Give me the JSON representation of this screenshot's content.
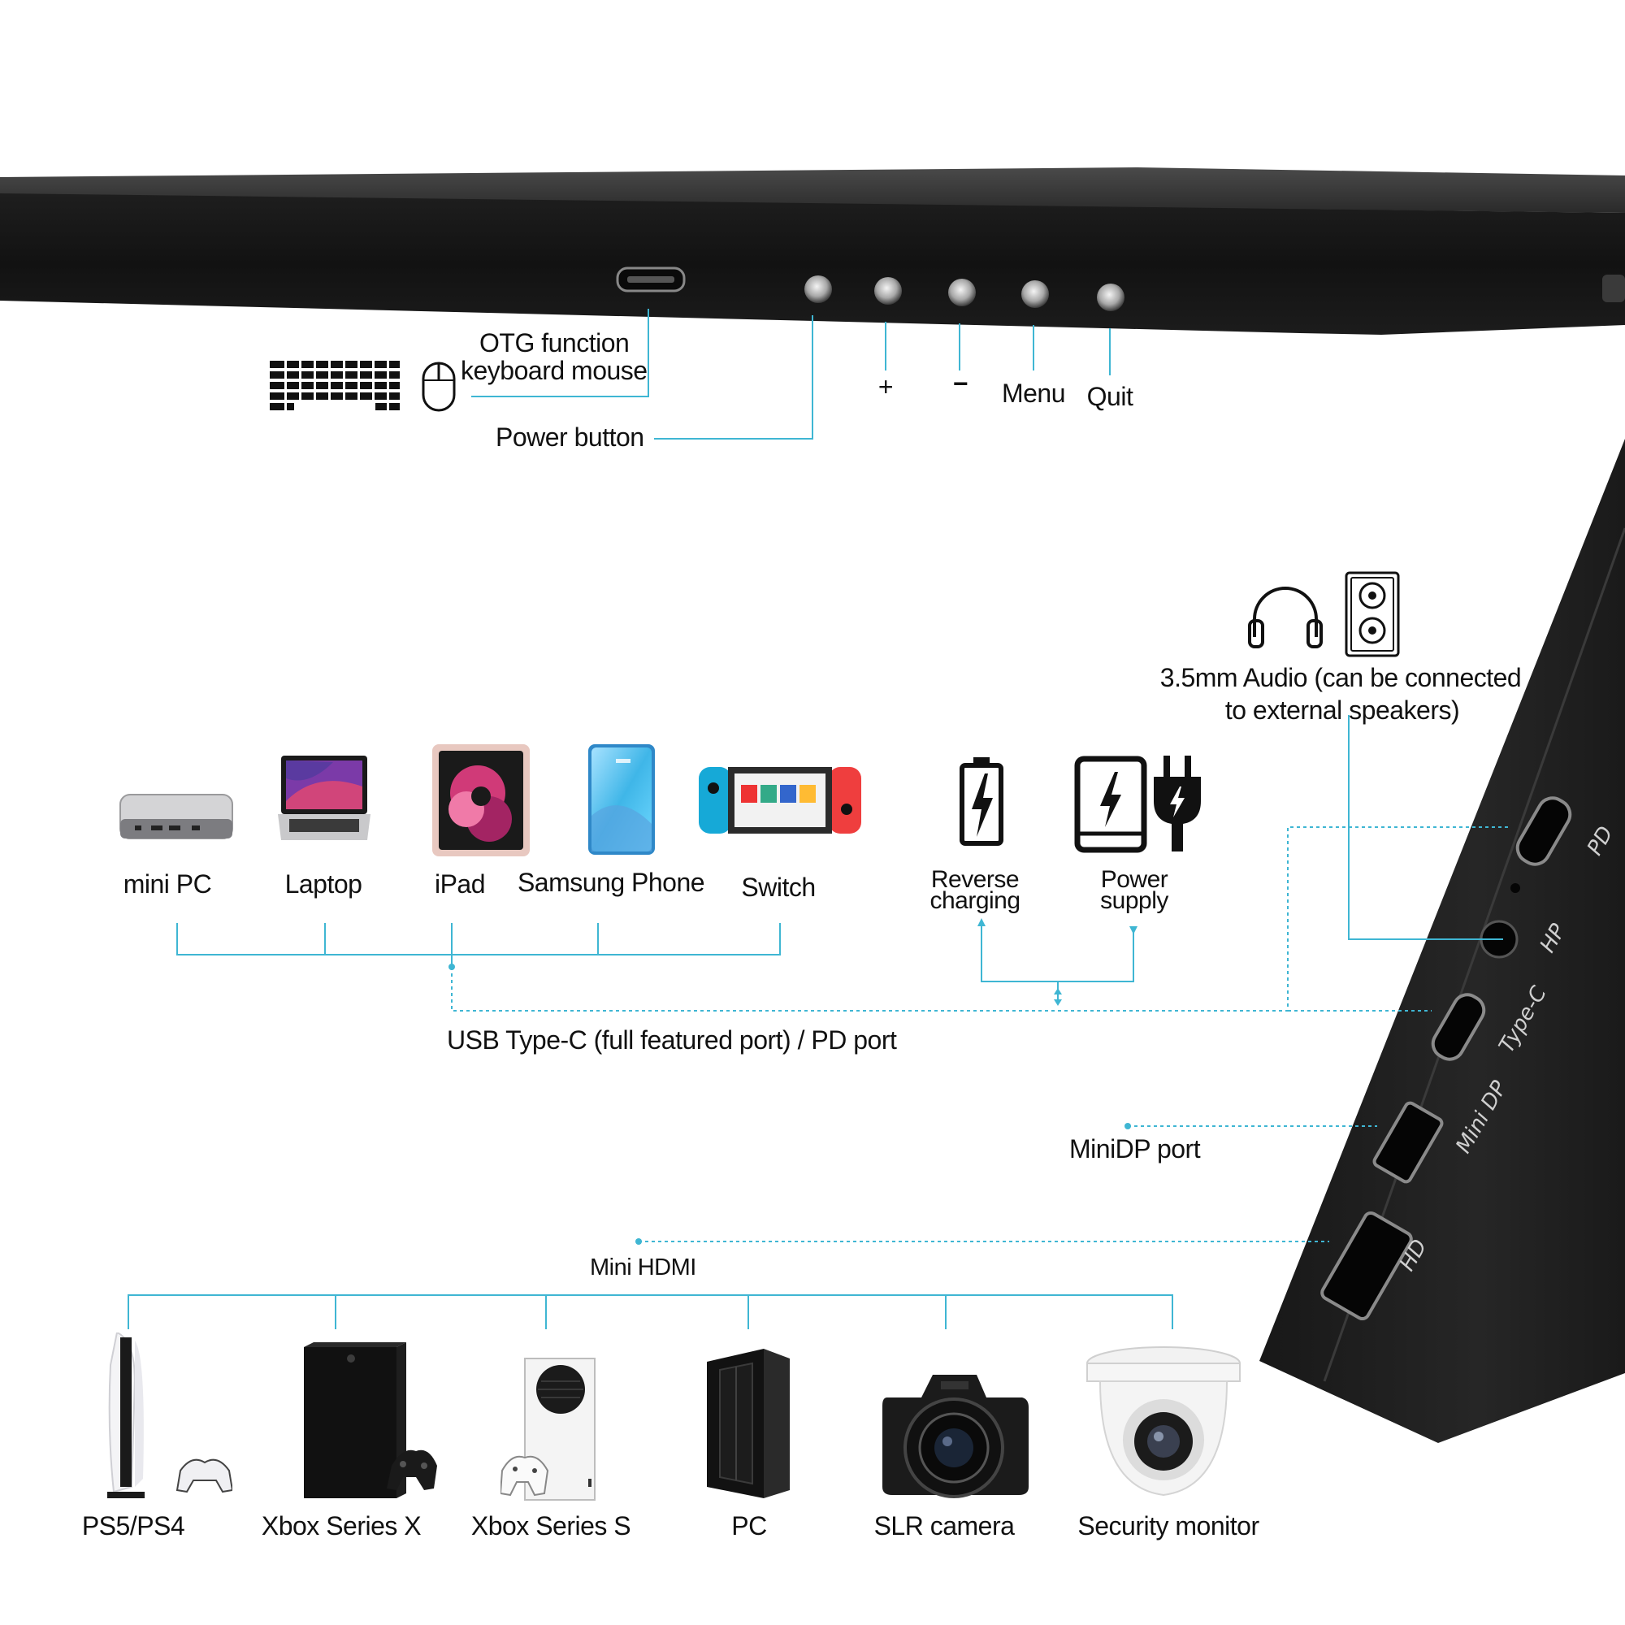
{
  "top_panel": {
    "otg_label_line1": "OTG function",
    "otg_label_line2": "keyboard mouse",
    "power_button": "Power button",
    "plus": "+",
    "minus": "−",
    "menu": "Menu",
    "quit": "Quit"
  },
  "audio": {
    "label_line1": "3.5mm Audio (can be connected",
    "label_line2": "to external speakers)"
  },
  "usb_c_devices": [
    {
      "label": "mini PC",
      "icon": "mini-pc-icon"
    },
    {
      "label": "Laptop",
      "icon": "laptop-icon"
    },
    {
      "label": "iPad",
      "icon": "ipad-icon"
    },
    {
      "label": "Samsung Phone",
      "icon": "phone-icon"
    },
    {
      "label": "Switch",
      "icon": "switch-console-icon"
    }
  ],
  "power": {
    "reverse_line1": "Reverse",
    "reverse_line2": "charging",
    "supply_line1": "Power",
    "supply_line2": "supply"
  },
  "usb_c_label": "USB Type-C (full featured port) / PD port",
  "minidp_label": "MiniDP port",
  "mini_hdmi_label": "Mini HDMI",
  "hdmi_devices": [
    {
      "label": "PS5/PS4",
      "icon": "ps5-icon"
    },
    {
      "label": "Xbox Series X",
      "icon": "xbox-series-x-icon"
    },
    {
      "label": "Xbox Series S",
      "icon": "xbox-series-s-icon"
    },
    {
      "label": "PC",
      "icon": "pc-tower-icon"
    },
    {
      "label": "SLR camera",
      "icon": "slr-camera-icon"
    },
    {
      "label": "Security monitor",
      "icon": "security-camera-icon"
    }
  ],
  "side_ports": {
    "pd": "PD",
    "hp": "HP",
    "typec": "Type-C",
    "minidp": "Mini DP",
    "hd": "HD"
  },
  "colors": {
    "line": "#3fb6d3",
    "monitor": "#1b1b1b",
    "text": "#111111"
  }
}
